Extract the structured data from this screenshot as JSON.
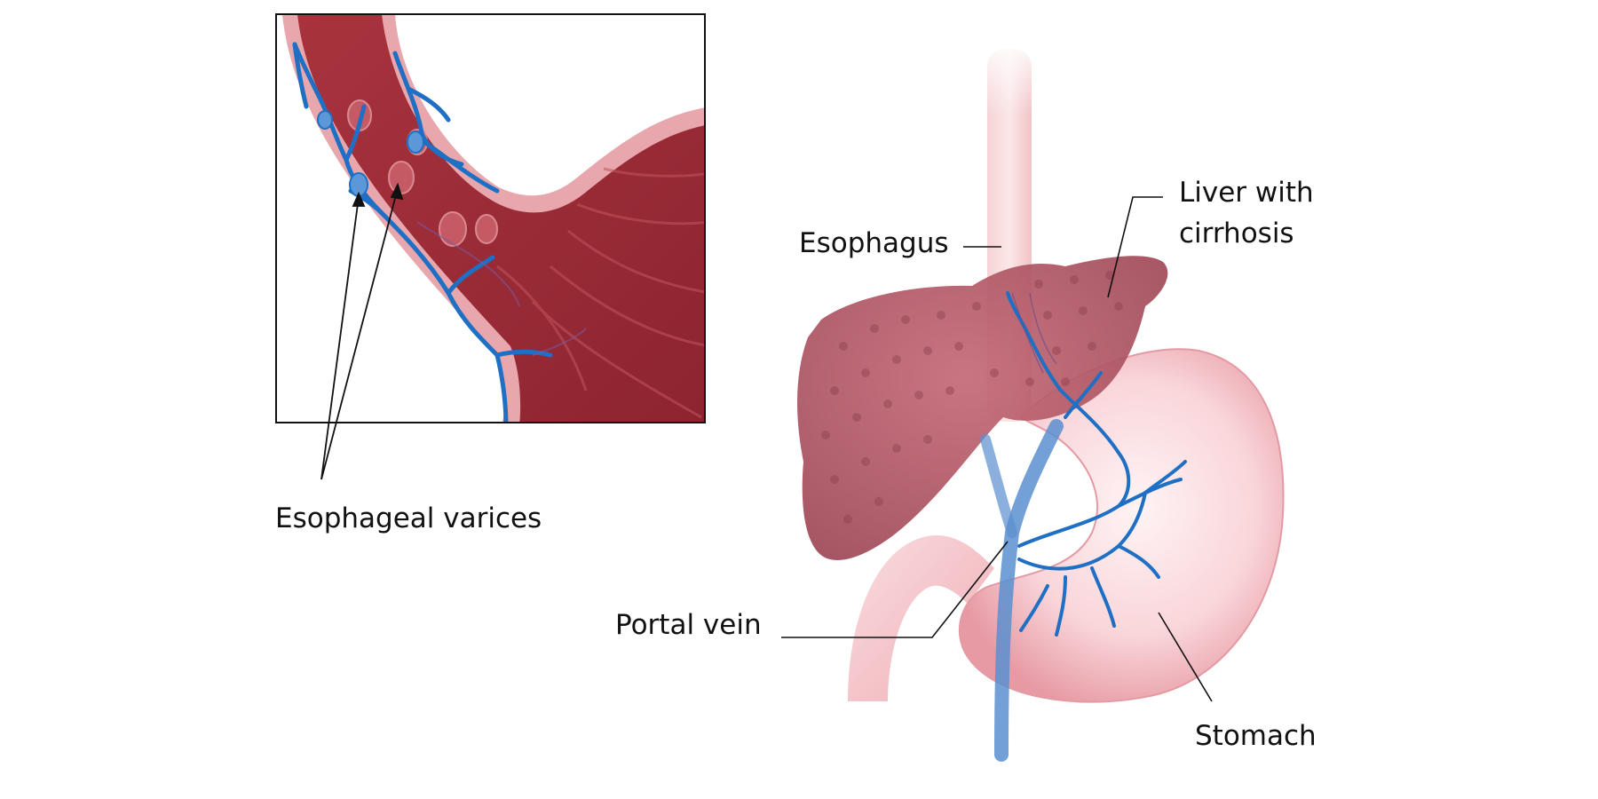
{
  "labels": {
    "esophageal_varices": "Esophageal varices",
    "esophagus": "Esophagus",
    "liver_line1": "Liver with",
    "liver_line2": "cirrhosis",
    "portal_vein": "Portal vein",
    "stomach": "Stomach"
  },
  "colors": {
    "tissue_dark": "#9b2b35",
    "tissue_mid": "#b84a55",
    "wall_pink": "#e8a7ad",
    "vein_blue": "#1f6fc4",
    "liver": "#b55a68",
    "liver_spots": "#8f3f4c",
    "stomach_light": "#fbe4e6",
    "stomach_edge": "#e9a3ac",
    "leader_line": "#111111"
  }
}
